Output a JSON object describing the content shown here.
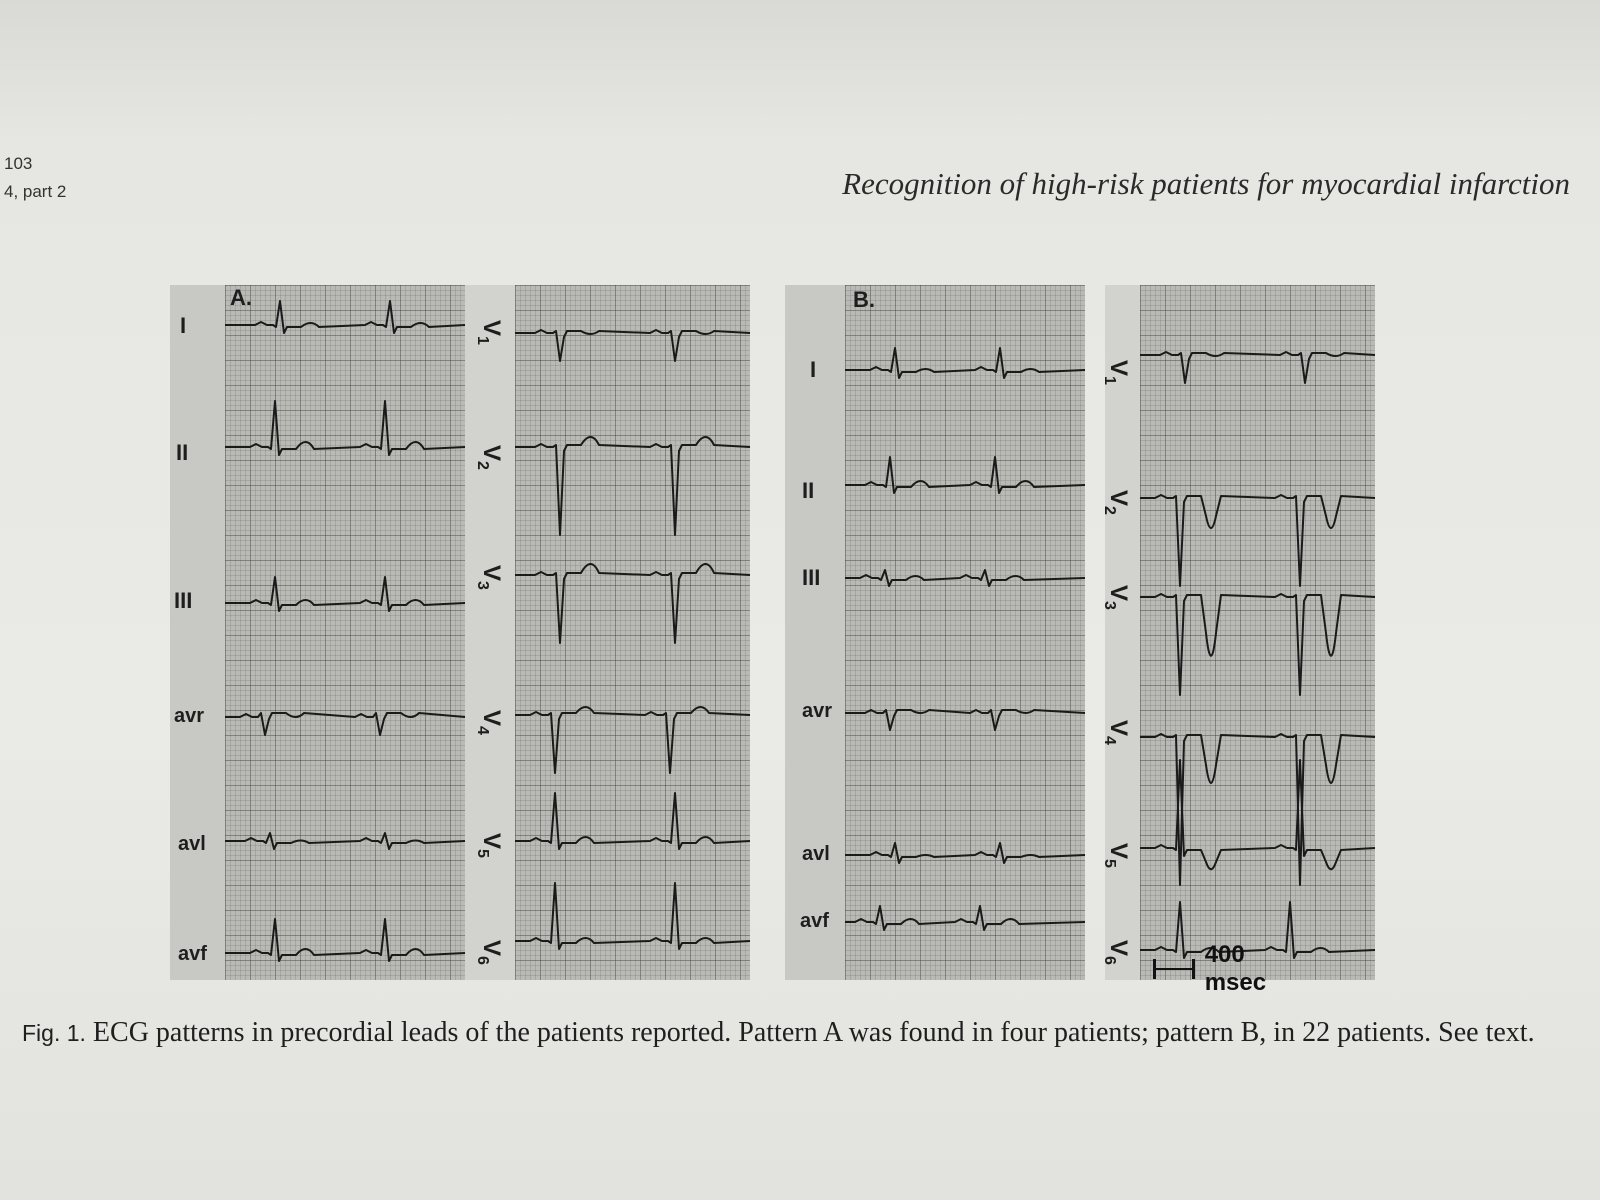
{
  "header": {
    "page_number": "103",
    "issue": "4, part 2",
    "running_title": "Recognition of high-risk patients for myocardial infarction"
  },
  "figure": {
    "panels": [
      {
        "letter": "A.",
        "left_leads": [
          "I",
          "II",
          "III",
          "avr",
          "avl",
          "avf"
        ],
        "right_leads": [
          "V1",
          "V2",
          "V3",
          "V4",
          "V5",
          "V6"
        ]
      },
      {
        "letter": "B.",
        "left_leads": [
          "I",
          "II",
          "III",
          "avr",
          "avl",
          "avf"
        ],
        "right_leads": [
          "V1",
          "V2",
          "V3",
          "V4",
          "V5",
          "V6"
        ]
      }
    ],
    "scale_label": "400 msec"
  },
  "caption": {
    "label": "Fig. 1.",
    "text": "ECG patterns in precordial leads of the patients reported. Pattern A was found in four patients; pattern B, in 22 patients. See text."
  }
}
